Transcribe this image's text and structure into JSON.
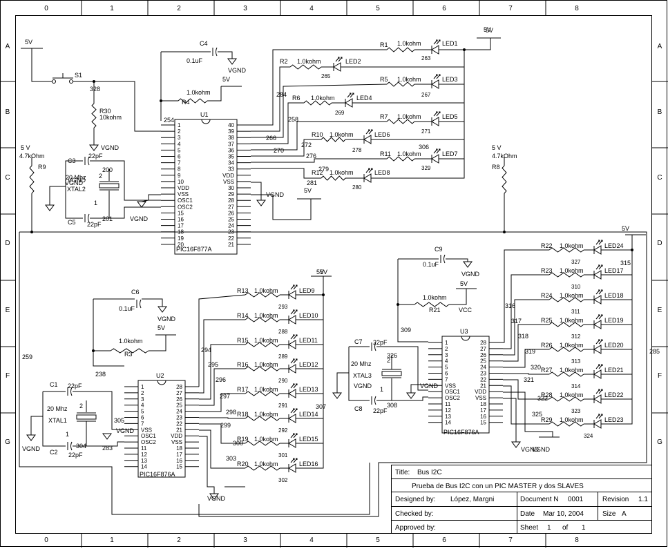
{
  "frame": {
    "columns": [
      "0",
      "1",
      "2",
      "3",
      "4",
      "5",
      "6",
      "7",
      "8"
    ],
    "rows": [
      "A",
      "B",
      "C",
      "D",
      "E",
      "F",
      "G"
    ]
  },
  "chips": [
    {
      "id": "u1",
      "ref": "U1",
      "part": "PIC16F877A",
      "left": [
        "1",
        "2",
        "3",
        "4",
        "5",
        "6",
        "7",
        "8",
        "9",
        "10",
        "VDD",
        "VSS",
        "OSC1",
        "OSC2",
        "15",
        "16",
        "17",
        "18",
        "19",
        "20"
      ],
      "right": [
        "40",
        "39",
        "38",
        "37",
        "36",
        "35",
        "34",
        "33",
        "VDD",
        "VSS",
        "30",
        "29",
        "28",
        "27",
        "26",
        "25",
        "24",
        "23",
        "22",
        "21"
      ]
    },
    {
      "id": "u2",
      "ref": "U2",
      "part": "PIC16F876A",
      "left": [
        "1",
        "2",
        "3",
        "4",
        "5",
        "6",
        "7",
        "VSS",
        "OSC1",
        "OSC2",
        "11",
        "12",
        "13",
        "14"
      ],
      "right": [
        "28",
        "27",
        "26",
        "25",
        "24",
        "23",
        "22",
        "21",
        "VDD",
        "VSS",
        "18",
        "17",
        "16",
        "15"
      ]
    },
    {
      "id": "u3",
      "ref": "U3",
      "part": "PIC16F876A",
      "left": [
        "1",
        "2",
        "3",
        "4",
        "5",
        "6",
        "7",
        "VSS",
        "OSC1",
        "OSC2",
        "11",
        "12",
        "13",
        "14"
      ],
      "right": [
        "28",
        "27",
        "26",
        "25",
        "24",
        "23",
        "22",
        "21",
        "VDD",
        "VSS",
        "18",
        "17",
        "16",
        "15"
      ]
    }
  ],
  "labels": [
    {
      "id": "v1",
      "text": "5V"
    },
    {
      "id": "v2",
      "text": "5V"
    },
    {
      "id": "v3",
      "text": "5V"
    },
    {
      "id": "v4",
      "text": "5V"
    },
    {
      "id": "v5",
      "text": "5 V"
    },
    {
      "id": "v6",
      "text": "4.7kOhm"
    },
    {
      "id": "v7",
      "text": "R9"
    },
    {
      "id": "v8",
      "text": "5 V"
    },
    {
      "id": "v9",
      "text": "4.7kOhm"
    },
    {
      "id": "v10",
      "text": "R8"
    },
    {
      "id": "v11",
      "text": "5V"
    },
    {
      "id": "v12",
      "text": "5V"
    },
    {
      "id": "v13",
      "text": "5V"
    },
    {
      "id": "v14",
      "text": "5V"
    },
    {
      "id": "v15",
      "text": "5V"
    },
    {
      "id": "v16",
      "text": "5V"
    },
    {
      "id": "s1",
      "text": "S1"
    },
    {
      "id": "n328",
      "text": "328"
    },
    {
      "id": "r30a",
      "text": "R30"
    },
    {
      "id": "r30b",
      "text": "10kohm"
    },
    {
      "id": "g1",
      "text": "VGND"
    },
    {
      "id": "g2",
      "text": "VGND"
    },
    {
      "id": "g3",
      "text": "VGND"
    },
    {
      "id": "g4",
      "text": "VGND"
    },
    {
      "id": "g5",
      "text": "VGND"
    },
    {
      "id": "g6",
      "text": "VGND"
    },
    {
      "id": "g7",
      "text": "VGND"
    },
    {
      "id": "g8",
      "text": "VGND"
    },
    {
      "id": "g9",
      "text": "VGND"
    },
    {
      "id": "g10",
      "text": "VGND"
    },
    {
      "id": "g11",
      "text": "VGND"
    },
    {
      "id": "g12",
      "text": "VGND"
    },
    {
      "id": "g13",
      "text": "VGND"
    },
    {
      "id": "g14",
      "text": "VGND"
    },
    {
      "id": "g15",
      "text": "VGND"
    },
    {
      "id": "c4",
      "text": "C4"
    },
    {
      "id": "c4v",
      "text": "0.1uF"
    },
    {
      "id": "r4",
      "text": "R4"
    },
    {
      "id": "r4v",
      "text": "1.0kohm"
    },
    {
      "id": "c3",
      "text": "C3"
    },
    {
      "id": "c3v",
      "text": "22pF"
    },
    {
      "id": "c5",
      "text": "C5"
    },
    {
      "id": "c5v",
      "text": "22pF"
    },
    {
      "id": "x2f",
      "text": "20 Mhz"
    },
    {
      "id": "x2",
      "text": "XTAL2"
    },
    {
      "id": "n200",
      "text": "200"
    },
    {
      "id": "n201",
      "text": "201"
    },
    {
      "id": "p2a",
      "text": "2"
    },
    {
      "id": "p1a",
      "text": "1"
    },
    {
      "id": "n254",
      "text": "254"
    },
    {
      "id": "c6",
      "text": "C6"
    },
    {
      "id": "c6v",
      "text": "0.1uF"
    },
    {
      "id": "r3",
      "text": "R3"
    },
    {
      "id": "r3v",
      "text": "1.0kohm"
    },
    {
      "id": "n238",
      "text": "238"
    },
    {
      "id": "c1",
      "text": "C1"
    },
    {
      "id": "c1v",
      "text": "22pF"
    },
    {
      "id": "c2",
      "text": "C2"
    },
    {
      "id": "c2v",
      "text": "22pF"
    },
    {
      "id": "x1f",
      "text": "20 Mhz"
    },
    {
      "id": "x1",
      "text": "XTAL1"
    },
    {
      "id": "p2b",
      "text": "2"
    },
    {
      "id": "p1b",
      "text": "1"
    },
    {
      "id": "n304",
      "text": "304"
    },
    {
      "id": "n305",
      "text": "305"
    },
    {
      "id": "n283",
      "text": "283"
    },
    {
      "id": "c9",
      "text": "C9"
    },
    {
      "id": "c9v",
      "text": "0.1uF"
    },
    {
      "id": "r21",
      "text": "R21"
    },
    {
      "id": "r21v",
      "text": "1.0kohm"
    },
    {
      "id": "vcc",
      "text": "VCC"
    },
    {
      "id": "n309",
      "text": "309"
    },
    {
      "id": "c7",
      "text": "C7"
    },
    {
      "id": "c7v",
      "text": "22pF"
    },
    {
      "id": "c8",
      "text": "C8"
    },
    {
      "id": "c8v",
      "text": "22pF"
    },
    {
      "id": "x3f",
      "text": "20 Mhz"
    },
    {
      "id": "x3",
      "text": "XTAL3"
    },
    {
      "id": "n326",
      "text": "326"
    },
    {
      "id": "n308",
      "text": "308"
    },
    {
      "id": "p2c",
      "text": "2"
    },
    {
      "id": "p1c",
      "text": "1"
    },
    {
      "id": "n259",
      "text": "259"
    },
    {
      "id": "n285",
      "text": "285"
    },
    {
      "id": "n266",
      "text": "266"
    },
    {
      "id": "n270",
      "text": "270"
    },
    {
      "id": "n276",
      "text": "276"
    },
    {
      "id": "n281",
      "text": "281"
    },
    {
      "id": "n284",
      "text": "284"
    },
    {
      "id": "n258",
      "text": "258"
    },
    {
      "id": "n272",
      "text": "272"
    },
    {
      "id": "n279",
      "text": "279"
    },
    {
      "id": "n294",
      "text": "294"
    },
    {
      "id": "n295",
      "text": "295"
    },
    {
      "id": "n296",
      "text": "296"
    },
    {
      "id": "n297",
      "text": "297"
    },
    {
      "id": "n298",
      "text": "298"
    },
    {
      "id": "n299",
      "text": "299"
    },
    {
      "id": "n300",
      "text": "300"
    },
    {
      "id": "n303",
      "text": "303"
    },
    {
      "id": "n307",
      "text": "307"
    },
    {
      "id": "n316",
      "text": "316"
    },
    {
      "id": "n317",
      "text": "317"
    },
    {
      "id": "n318",
      "text": "318"
    },
    {
      "id": "n319",
      "text": "319"
    },
    {
      "id": "n320",
      "text": "320"
    },
    {
      "id": "n321",
      "text": "321"
    },
    {
      "id": "n322",
      "text": "322"
    },
    {
      "id": "n325",
      "text": "325"
    },
    {
      "id": "n315",
      "text": "315"
    },
    {
      "id": "n306",
      "text": "306"
    }
  ],
  "led_rows": [
    {
      "r": "R1",
      "v": "1.0kohm",
      "led": "LED1",
      "node": "263"
    },
    {
      "r": "R2",
      "v": "1.0kohm",
      "led": "LED2",
      "node": "265"
    },
    {
      "r": "R5",
      "v": "1.0kohm",
      "led": "LED3",
      "node": "267"
    },
    {
      "r": "R6",
      "v": "1.0kohm",
      "led": "LED4",
      "node": "269"
    },
    {
      "r": "R7",
      "v": "1.0kohm",
      "led": "LED5",
      "node": "271"
    },
    {
      "r": "R10",
      "v": "1.0kohm",
      "led": "LED6",
      "node": "278"
    },
    {
      "r": "R11",
      "v": "1.0kohm",
      "led": "LED7",
      "node": "329"
    },
    {
      "r": "R12",
      "v": "1.0kohm",
      "led": "LED8",
      "node": "280"
    },
    {
      "r": "R13",
      "v": "1.0kohm",
      "led": "LED9",
      "node": "293"
    },
    {
      "r": "R14",
      "v": "1.0kohm",
      "led": "LED10",
      "node": "288"
    },
    {
      "r": "R15",
      "v": "1.0kohm",
      "led": "LED11",
      "node": "289"
    },
    {
      "r": "R16",
      "v": "1.0kohm",
      "led": "LED12",
      "node": "290"
    },
    {
      "r": "R17",
      "v": "1.0kohm",
      "led": "LED13",
      "node": "291"
    },
    {
      "r": "R18",
      "v": "1.0kohm",
      "led": "LED14",
      "node": "292"
    },
    {
      "r": "R19",
      "v": "1.0kohm",
      "led": "LED15",
      "node": "301"
    },
    {
      "r": "R20",
      "v": "1.0kohm",
      "led": "LED16",
      "node": "302"
    },
    {
      "r": "R22",
      "v": "1.0kohm",
      "led": "LED24",
      "node": "327"
    },
    {
      "r": "R23",
      "v": "1.0kohm",
      "led": "LED17",
      "node": "310"
    },
    {
      "r": "R24",
      "v": "1.0kohm",
      "led": "LED18",
      "node": "311"
    },
    {
      "r": "R25",
      "v": "1.0kohm",
      "led": "LED19",
      "node": "312"
    },
    {
      "r": "R26",
      "v": "1.0kohm",
      "led": "LED20",
      "node": "313"
    },
    {
      "r": "R27",
      "v": "1.0kohm",
      "led": "LED21",
      "node": "314"
    },
    {
      "r": "R28",
      "v": "1.0kohm",
      "led": "LED22",
      "node": "323"
    },
    {
      "r": "R29",
      "v": "1.0kohm",
      "led": "LED23",
      "node": "324"
    }
  ],
  "title_block": {
    "title_label": "Title:",
    "title": "Bus I2C",
    "description": "Prueba de Bus I2C con un PIC MASTER y dos SLAVES",
    "designed_label": "Designed by:",
    "designer": "López, Margni",
    "doc_label": "Document N",
    "doc_no": "0001",
    "rev_label": "Revision",
    "rev": "1.1",
    "checked_label": "Checked by:",
    "date_label": "Date",
    "date": "Mar 10, 2004",
    "size_label": "Size",
    "size": "A",
    "approved_label": "Approved by:",
    "sheet_label": "Sheet",
    "sheet_no": "1",
    "of_label": "of",
    "sheet_total": "1"
  }
}
